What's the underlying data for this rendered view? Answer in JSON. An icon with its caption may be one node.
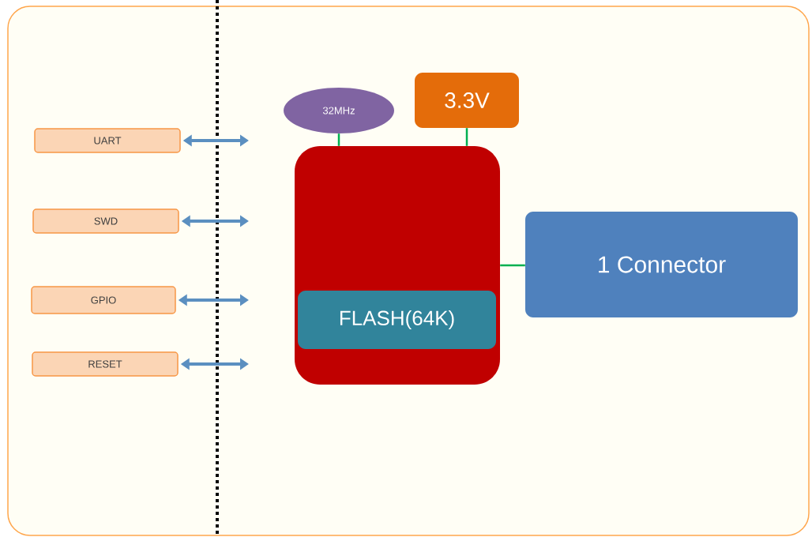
{
  "diagram": {
    "nodes": [
      {
        "text": [
          "32MHz"
        ]
      },
      {
        "text": [
          "3.3V"
        ]
      },
      {
        "text": [
          "UART"
        ]
      },
      {
        "text": [],
        "shape": "box"
      },
      {
        "text": [
          "FLASH(64K)"
        ],
        "in": 3
      },
      {
        "text": [
          "SWD"
        ]
      },
      {
        "text": [
          "1 Connector"
        ]
      },
      {
        "text": [
          "GPIO"
        ]
      },
      {
        "text": [
          "RESET"
        ]
      }
    ],
    "edges": [
      {
        "from": 0,
        "to": 3,
        "arrow": "none",
        "color": "#00b050"
      },
      {
        "from": 1,
        "to": 3,
        "arrow": "none",
        "color": "#00b050"
      },
      {
        "from": 3,
        "to": 6,
        "arrow": "none",
        "color": "#00b050"
      },
      {
        "from": 2,
        "to": null,
        "arrow": "both"
      },
      {
        "from": 5,
        "to": null,
        "arrow": "both"
      },
      {
        "from": 7,
        "to": null,
        "arrow": "both"
      },
      {
        "from": 8,
        "to": null,
        "arrow": "both"
      }
    ]
  }
}
